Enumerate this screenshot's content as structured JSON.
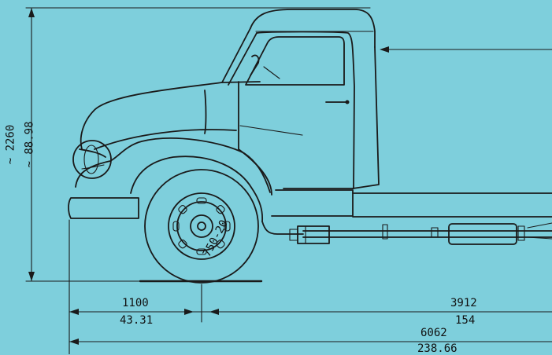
{
  "diagram": {
    "height_mm": "~ 2260",
    "height_in": "~ 88.98",
    "tire_size": "750-20",
    "front_overhang_mm": "1100",
    "front_overhang_in": "43.31",
    "wheelbase_mm": "3912",
    "wheelbase_in": "154",
    "overall_length_mm": "6062",
    "overall_length_in": "238.66"
  },
  "colors": {
    "background": "#7ecfdc",
    "line": "#1a1a1a"
  }
}
